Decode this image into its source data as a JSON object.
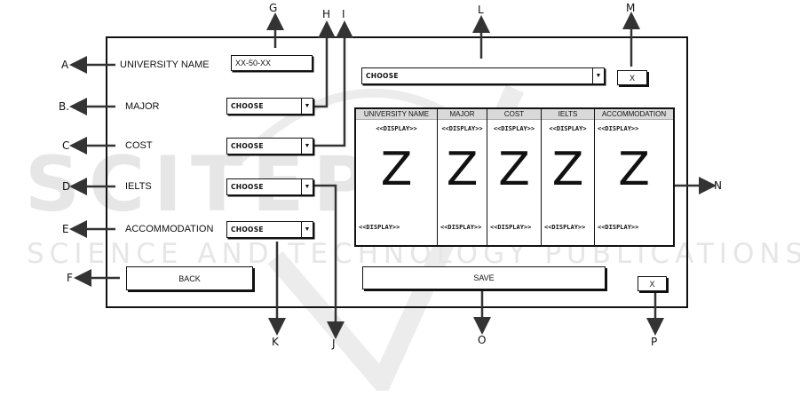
{
  "watermark": {
    "main": "SCITEPRESS",
    "sub": "SCIENCE AND TECHNOLOGY PUBLICATIONS"
  },
  "annotations": {
    "A": "A",
    "B": "B.",
    "C": "C",
    "D": "D",
    "E": "E",
    "F": "F",
    "G": "G",
    "H": "H",
    "I": "I",
    "J": "J",
    "K": "K",
    "L": "L",
    "M": "M",
    "N": "N",
    "O": "O",
    "P": "P"
  },
  "form": {
    "university_name_label": "UNIVERSITY NAME",
    "university_name_value": "XX-50-XX",
    "major_label": "MAJOR",
    "major_value": "CHOOSE",
    "cost_label": "COST",
    "cost_value": "CHOOSE",
    "ielts_label": "IELTS",
    "ielts_value": "CHOOSE",
    "accommodation_label": "ACCOMMODATION",
    "accommodation_value": "CHOOSE",
    "back_label": "BACK"
  },
  "right_panel": {
    "select_value": "CHOOSE",
    "close_top_label": "X",
    "save_label": "SAVE",
    "close_bottom_label": "X",
    "dropdown_arrow": "▼"
  },
  "table": {
    "columns": [
      {
        "header": "UNIVERSITY NAME",
        "top": "<<DISPLAY>>",
        "glyph": "Z",
        "bottom": "<<DISPLAY>>"
      },
      {
        "header": "MAJOR",
        "top": "<<DISPLAY>>",
        "glyph": "Z",
        "bottom": "<<DISPLAY>>"
      },
      {
        "header": "COST",
        "top": "<<DISPLAY>>",
        "glyph": "Z",
        "bottom": "<<DISPLAY>>"
      },
      {
        "header": "IELTS",
        "top": "<<DISPLAY>",
        "glyph": "Z",
        "bottom": "<<DISPLAY>>"
      },
      {
        "header": "ACCOMMODATION",
        "top": "<<DISPLAY>>",
        "glyph": "Z",
        "bottom": "<<DISPLAY>>"
      }
    ]
  }
}
